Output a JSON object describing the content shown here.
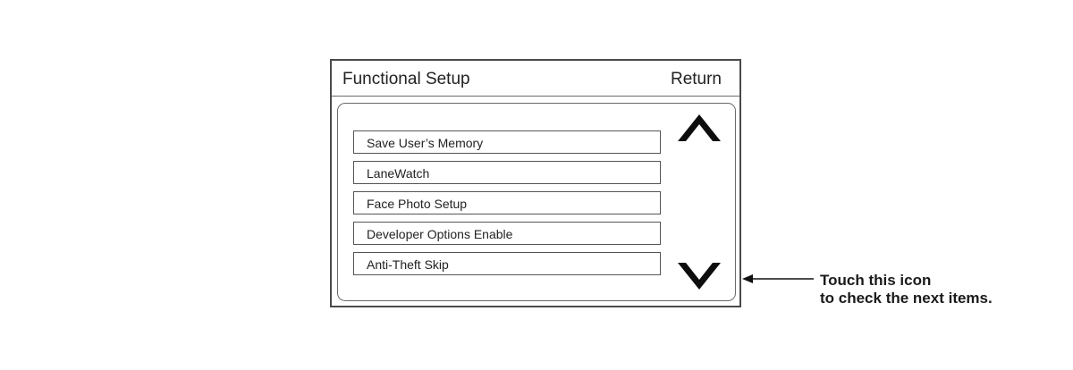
{
  "header": {
    "title": "Functional Setup",
    "return_label": "Return"
  },
  "list": {
    "items": [
      {
        "label": "Save User’s Memory"
      },
      {
        "label": "LaneWatch"
      },
      {
        "label": "Face Photo Setup"
      },
      {
        "label": "Developer Options Enable"
      },
      {
        "label": "Anti-Theft Skip"
      }
    ]
  },
  "icons": {
    "scroll_up": "chevron-up-icon",
    "scroll_down": "chevron-down-icon",
    "callout_arrow": "arrow-left-icon"
  },
  "callout": {
    "line1": "Touch this icon",
    "line2": "to check the next items."
  }
}
